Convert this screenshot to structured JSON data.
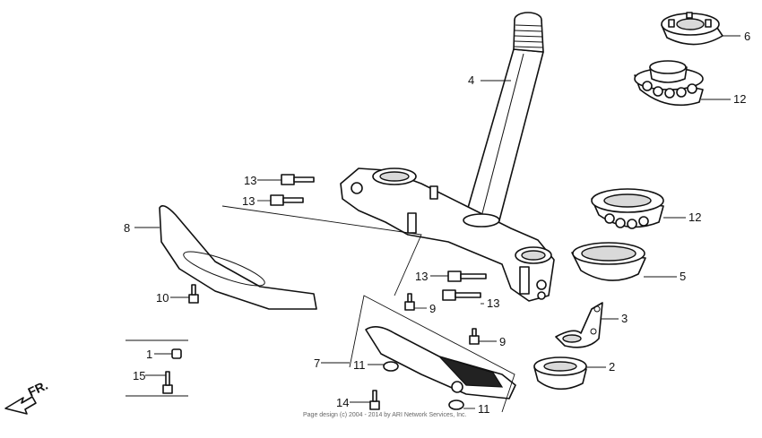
{
  "callouts": {
    "c1": "1",
    "c2": "2",
    "c3": "3",
    "c4": "4",
    "c5": "5",
    "c6": "6",
    "c7": "7",
    "c8": "8",
    "c9a": "9",
    "c9b": "9",
    "c10": "10",
    "c11a": "11",
    "c11b": "11",
    "c12a": "12",
    "c12b": "12",
    "c13a": "13",
    "c13b": "13",
    "c13c": "13",
    "c13d": "13",
    "c14": "14",
    "c15": "15"
  },
  "direction_label": "FR.",
  "footer_text": "Page design (c) 2004 - 2014 by ARI Network Services, Inc."
}
